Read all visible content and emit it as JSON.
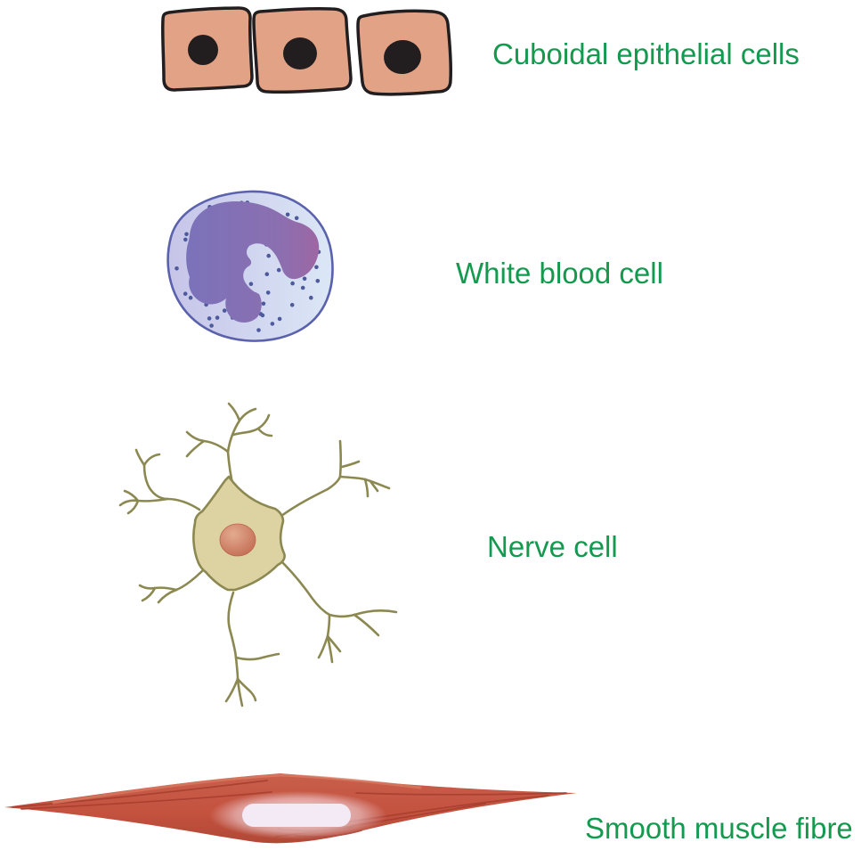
{
  "diagram": {
    "background_color": "#ffffff",
    "label_color": "#149a4f",
    "items": [
      {
        "id": "cuboidal-epithelial-cells",
        "label": "Cuboidal epithelial cells",
        "cell_count": 3,
        "colors": {
          "cytoplasm": "#e2a285",
          "outline": "#221e1f",
          "nucleus": "#221e1f"
        }
      },
      {
        "id": "white-blood-cell",
        "label": "White blood cell",
        "colors": {
          "cytoplasm_left": "#c6c4e8",
          "cytoplasm_right": "#dbe7f6",
          "nucleus_left": "#7b72ba",
          "nucleus_right": "#9d67a3",
          "granules": "#4d5a9b",
          "outline": "#5b62ad"
        }
      },
      {
        "id": "nerve-cell",
        "label": "Nerve cell",
        "colors": {
          "body": "#ddd2a2",
          "outline": "#8c8852",
          "nucleus": "#c1694f",
          "nucleus_highlight": "#e3ab90"
        }
      },
      {
        "id": "smooth-muscle-fibre",
        "label": "Smooth muscle fibre",
        "colors": {
          "body": "#c4523f",
          "striations": "#a63d2e",
          "highlight": "#d97d64",
          "nucleus": "#f3eaf5"
        }
      }
    ]
  }
}
